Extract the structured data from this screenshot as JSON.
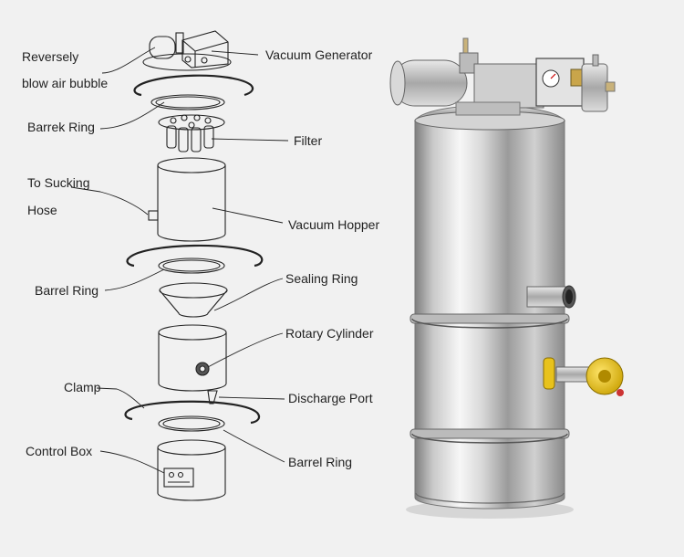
{
  "labels": {
    "reversely": "Reversely",
    "blow_air_bubble": "blow air bubble",
    "vacuum_generator": "Vacuum Generator",
    "barrek_ring": "Barrek Ring",
    "filter": "Filter",
    "to_sucking": "To Sucking",
    "hose": "Hose",
    "vacuum_hopper": "Vacuum Hopper",
    "sealing_ring": "Sealing Ring",
    "barrel_ring_upper": "Barrel Ring",
    "rotary_cylinder": "Rotary Cylinder",
    "clamp": "Clamp",
    "discharge_port": "Discharge Port",
    "control_box": "Control Box",
    "barrel_ring_lower": "Barrel Ring"
  },
  "colors": {
    "background": "#f1f1f1",
    "line": "#222222",
    "steel_light": "#f4f4f4",
    "steel_dark": "#8a8a8a",
    "valve_yellow": "#e8c21c"
  }
}
